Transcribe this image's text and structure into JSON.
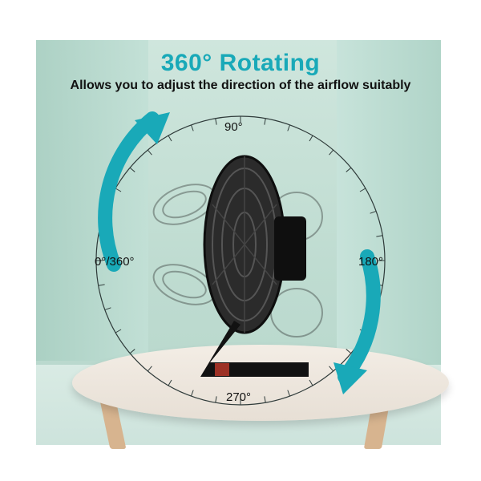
{
  "header": {
    "title": "360° Rotating",
    "subtitle": "Allows you to adjust the direction of the airflow suitably"
  },
  "dial": {
    "label_top": "90°",
    "label_left": "0°/360°",
    "label_right": "180°",
    "label_bottom": "270°"
  },
  "colors": {
    "accent": "#19a9b8",
    "wall": "#c3ded4",
    "table": "#efe8df",
    "fan": "#111111"
  }
}
